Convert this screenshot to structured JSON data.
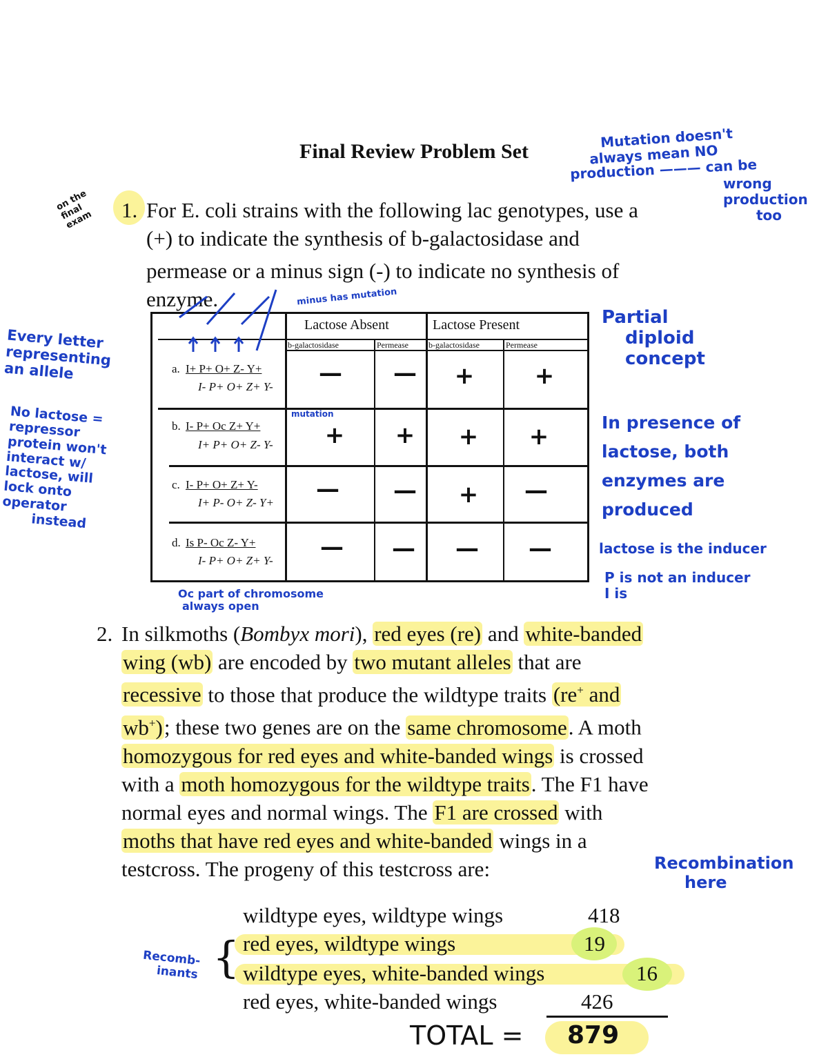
{
  "document": {
    "title": "Final Review Problem Set",
    "q1": {
      "number": "1.",
      "lines": [
        "For E. coli strains with the following lac genotypes, use a",
        "(+) to indicate the synthesis of b-galactosidase and",
        "permease or a minus sign (-) to indicate no synthesis of",
        "enzyme."
      ]
    },
    "table": {
      "col_group_absent": "Lactose Absent",
      "col_group_present": "Lactose Present",
      "sub_headers": [
        "b-galactosidase",
        "Permease",
        "b-galactosidase",
        "Permease"
      ],
      "rows": [
        {
          "label": "a.",
          "genotype_top": "I+ P+ O+ Z- Y+",
          "genotype_bottom": "I- P+ O+ Z+ Y-",
          "marks": [
            "—",
            "—",
            "+",
            "+"
          ]
        },
        {
          "label": "b.",
          "genotype_top": "I- P+ Oc Z+ Y+",
          "genotype_bottom": "I+ P+ O+ Z- Y-",
          "marks": [
            "+",
            "+",
            "+",
            "+"
          ]
        },
        {
          "label": "c.",
          "genotype_top": "I- P+ O+ Z+ Y-",
          "genotype_bottom": "I+ P- O+ Z- Y+",
          "marks": [
            "—",
            "—",
            "+",
            "—"
          ]
        },
        {
          "label": "d.",
          "genotype_top": "Is P- Oc Z- Y+",
          "genotype_bottom": "I- P+ O+ Z+ Y-",
          "marks": [
            "—",
            "—",
            "—",
            "—"
          ]
        }
      ]
    },
    "q2": {
      "number": "2.",
      "lines": [
        "In silkmoths (Bombyx mori), red eyes (re) and white-banded",
        "wing (wb) are encoded by two mutant alleles that are",
        "recessive to those that produce the wildtype traits (re+ and",
        "wb+); these two genes are on the same chromosome. A moth",
        "homozygous for red eyes and white-banded wings is crossed",
        "with a moth homozygous for the wildtype traits. The F1 have",
        "normal eyes and normal wings. The F1 are crossed with",
        "moths that have red eyes and white-banded wings in a",
        "testcross. The progeny of this testcross are:"
      ]
    },
    "progeny": [
      {
        "phenotype": "wildtype eyes, wildtype wings",
        "count": "418"
      },
      {
        "phenotype": "red eyes, wildtype wings",
        "count": "19"
      },
      {
        "phenotype": "wildtype eyes, white-banded wings",
        "count": "16"
      },
      {
        "phenotype": "red eyes, white-banded wings",
        "count": "426"
      }
    ]
  },
  "annotations": {
    "on_final_exam": "on the final exam",
    "mutation_note": [
      "Mutation doesn't",
      "always mean NO",
      "production",
      "can be",
      "wrong",
      "production",
      "too"
    ],
    "every_letter": [
      "Every letter",
      "representing",
      "an allele"
    ],
    "no_lactose": [
      "No lactose =",
      "repressor",
      "protein won't",
      "interact w/",
      "lactose, will",
      "lock onto",
      "operator",
      "instead"
    ],
    "partial_diploid": [
      "Partial",
      "diploid",
      "concept"
    ],
    "in_presence": [
      "In presence of",
      "lactose, both",
      "enzymes are",
      "produced"
    ],
    "lactose_inducer": "lactose is the inducer",
    "p_not_inducer": [
      "P is not an inducer",
      "I is"
    ],
    "oc_note": [
      "Oc part of chromosome",
      "always open"
    ],
    "mutation_label": "mutation",
    "minus_has_mutation": "minus has mutation",
    "recombination_here": [
      "Recombination",
      "here"
    ],
    "recombinants": [
      "Recomb-",
      "inants"
    ],
    "total_label": "TOTAL =",
    "total_value": "879"
  },
  "colors": {
    "ink_blue": "#1d3fc4",
    "highlight_yellow": "#fbf39a",
    "highlight_green": "#d9f27a"
  }
}
